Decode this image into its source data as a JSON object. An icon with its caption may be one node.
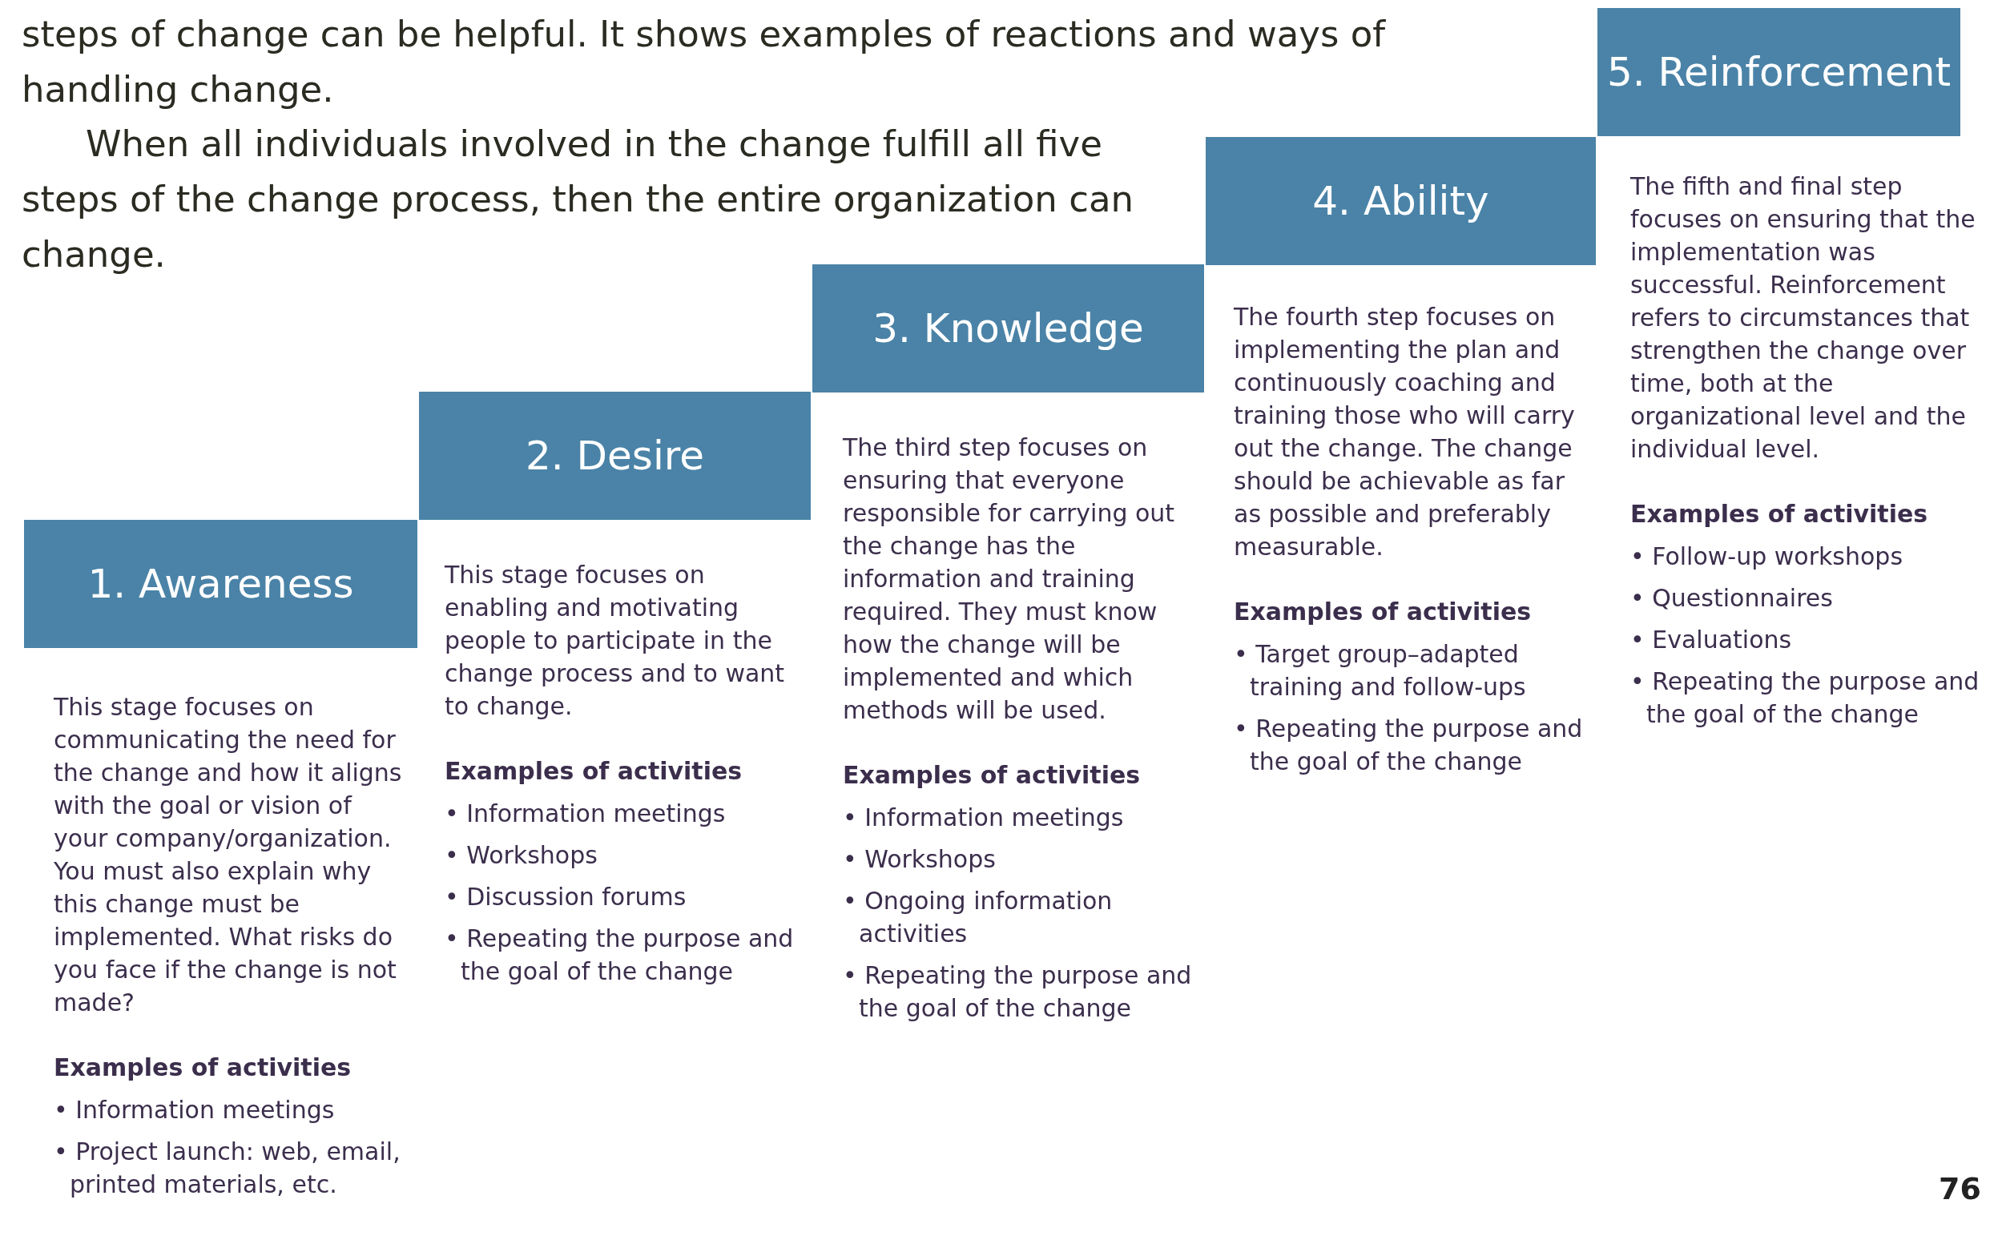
{
  "diagram": {
    "nodes": [
      {
        "text": [
          "1. Awareness"
        ]
      },
      {
        "text": [
          "2. Desire"
        ]
      },
      {
        "text": [
          "3. Knowledge"
        ]
      },
      {
        "text": [
          "4. Ability"
        ]
      },
      {
        "text": [
          "5. Reinforcement"
        ]
      }
    ],
    "edges": [],
    "labels": [
      "steps of change can be helpful. It shows examples of reactions and ways of handling change.",
      "When all individuals involved in the change fulfill all five steps of the change process, then the entire organization can change.",
      "This stage focuses on communicating the need for the change and how it aligns with the goal or vision of your company/organization. You must also explain why this change must be implemented. What risks do you face if the change is not made?",
      "Examples of activities",
      "• Information meetings",
      "• Project launch: web, email, printed materials, etc.",
      "This stage focuses on enabling and motivating people to participate in the change process and to want to change.",
      "Examples of activities",
      "• Information meetings",
      "• Workshops",
      "• Discussion forums",
      "• Repeating the purpose and the goal of the change",
      "The third step focuses on ensuring that everyone responsible for carrying out the change has the information and training required. They must know how the change will be implemented and which methods will be used.",
      "Examples of activities",
      "• Information meetings",
      "• Workshops",
      "• Ongoing information activities",
      "• Repeating the purpose and the goal of the change",
      "The fourth step focuses on implementing the plan and continuously coaching and training those who will carry out the change. The change should be achievable as far as possible and preferably measurable.",
      "Examples of activities",
      "• Target group–adapted training and follow-ups",
      "• Repeating the purpose and the goal of the change",
      "The fifth and final step focuses on ensuring that the implementation was successful. Reinforcement refers to circumstances that strengthen the change over time, both at the organizational level and the individual level.",
      "Examples of activities",
      "• Follow-up workshops",
      "• Questionnaires",
      "• Evaluations",
      "• Repeating the purpose and the goal of the change",
      "76"
    ]
  }
}
